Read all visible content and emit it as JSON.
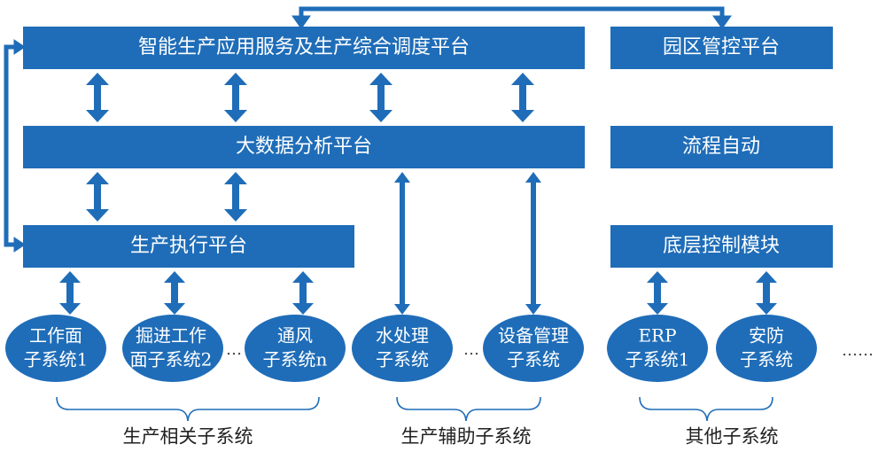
{
  "platforms": {
    "smart_service": "智能生产应用服务及生产综合调度平台",
    "big_data": "大数据分析平台",
    "execution": "生产执行平台",
    "park_control": "园区管控平台",
    "process_auto": "流程自动",
    "bottom_control": "底层控制模块"
  },
  "subsystems": {
    "work_face": [
      "工作面",
      "子系统1"
    ],
    "tunneling": [
      "掘进工作",
      "面子系统2"
    ],
    "ventilation": [
      "通风",
      "子系统n"
    ],
    "water": [
      "水处理",
      "子系统"
    ],
    "equipment": [
      "设备管理",
      "子系统"
    ],
    "erp": [
      "ERP",
      "子系统1"
    ],
    "security": [
      "安防",
      "子系统"
    ]
  },
  "ellipsis": {
    "prod": "…",
    "aux": "…",
    "other": "……"
  },
  "groups": {
    "production": "生产相关子系统",
    "auxiliary": "生产辅助子系统",
    "other": "其他子系统"
  },
  "colors": {
    "primary": "#1f6db8"
  }
}
